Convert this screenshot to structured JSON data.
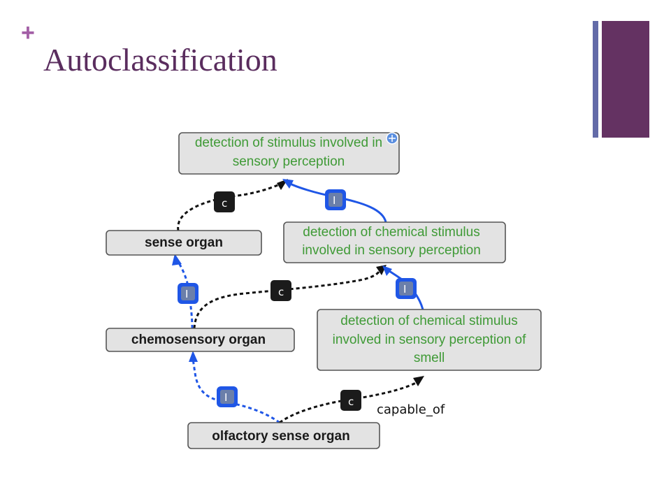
{
  "slide": {
    "plus_symbol": "+",
    "title": "Autoclassification"
  },
  "diagram": {
    "nodes": {
      "detection_sensory": [
        "detection of stimulus involved in",
        "sensory perception"
      ],
      "sense_organ": [
        "sense organ"
      ],
      "detection_chemical": [
        "detection of chemical stimulus",
        "involved in sensory perception"
      ],
      "chemosensory_organ": [
        "chemosensory organ"
      ],
      "detection_smell": [
        "detection of chemical stimulus",
        "involved in sensory perception of",
        "smell"
      ],
      "olfactory_organ": [
        "olfactory sense organ"
      ]
    },
    "edge_badges": {
      "capable_of_badge": "c",
      "is_a_badge": "I"
    },
    "edge_label": "capable_of",
    "colors": {
      "is_a_edge": "#1f56e6",
      "capable_of_edge": "#111111",
      "green_text": "#3f9a36"
    }
  }
}
